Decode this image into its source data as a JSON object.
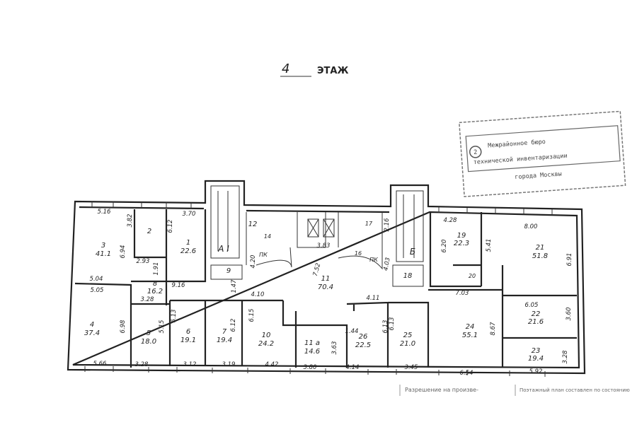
{
  "title": {
    "floor_number": "4",
    "suffix": "ЭТАЖ"
  },
  "stamp": {
    "lines": [
      "Межрайонное бюро",
      "технической инвентаризации",
      "города Москвы"
    ],
    "number": "2"
  },
  "footer": {
    "permission": "Разрешение на произве-",
    "plan_note": "Поэтажный план составлен по состоянию"
  },
  "stairs": {
    "a": "А I",
    "b": "Б"
  },
  "rooms": {
    "r1": {
      "number": "1",
      "area": "22.6"
    },
    "r2": {
      "number": "2"
    },
    "r3": {
      "number": "3",
      "area": "41.1"
    },
    "r4": {
      "number": "4",
      "area": "37.4"
    },
    "r5": {
      "number": "5",
      "area": "18.0"
    },
    "r6": {
      "number": "6",
      "area": "19.1"
    },
    "r7": {
      "number": "7",
      "area": "19.4"
    },
    "r8": {
      "number": "8",
      "area": "16.2"
    },
    "r9": {
      "number": "9"
    },
    "r10": {
      "number": "10",
      "area": "24.2"
    },
    "r11": {
      "number": "11",
      "area": "70.4"
    },
    "r11a": {
      "number": "11 а",
      "area": "14.6"
    },
    "r12": {
      "number": "12"
    },
    "r14": {
      "number": "14"
    },
    "r16": {
      "number": "16"
    },
    "r17": {
      "number": "17"
    },
    "r18": {
      "number": "18"
    },
    "r19": {
      "number": "19",
      "area": "22.3"
    },
    "r20": {
      "number": "20"
    },
    "r21": {
      "number": "21",
      "area": "51.8"
    },
    "r22": {
      "number": "22",
      "area": "21.6"
    },
    "r23": {
      "number": "23",
      "area": "19.4"
    },
    "r24": {
      "number": "24",
      "area": "55.1"
    },
    "r25": {
      "number": "25",
      "area": "21.0"
    },
    "r26": {
      "number": "26",
      "area": "22.5"
    },
    "pk_left": {
      "number": "ПК"
    },
    "pk_right": {
      "number": "ПК"
    }
  },
  "dimensions": {
    "d516": "5.16",
    "d382": "3.82",
    "d694": "6.94",
    "d370": "3.70",
    "d612a": "6.12",
    "d293": "2.93",
    "d191": "1.91",
    "d504": "5.04",
    "d505": "5.05",
    "d916": "9.16",
    "d328a": "3.28",
    "d698": "6.98",
    "d515": "5.15",
    "d613a": "6.13",
    "d612b": "6.12",
    "d615": "6.15",
    "d566": "5.66",
    "d328b": "3.28",
    "d312": "3.12",
    "d319": "3.19",
    "d442": "4.42",
    "d410": "4.10",
    "d752": "7.52",
    "d383": "3.83",
    "d216": "2.16",
    "d403": "4.03",
    "d411": "4.11",
    "d144": "1.44",
    "d613b": "6.13",
    "d613c": "6.13",
    "d363": "3.63",
    "d380": "3.80",
    "d414": "4.14",
    "d345": "3.45",
    "d428": "4.28",
    "d620": "6.20",
    "d541": "5.41",
    "d800": "8.00",
    "d691": "6.91",
    "d703": "7.03",
    "d605": "6.05",
    "d360": "3.60",
    "d867": "8.67",
    "d328c": "3.28",
    "d592": "5.92",
    "d654": "6.54",
    "d420": "4.20",
    "d147": "1.47"
  }
}
